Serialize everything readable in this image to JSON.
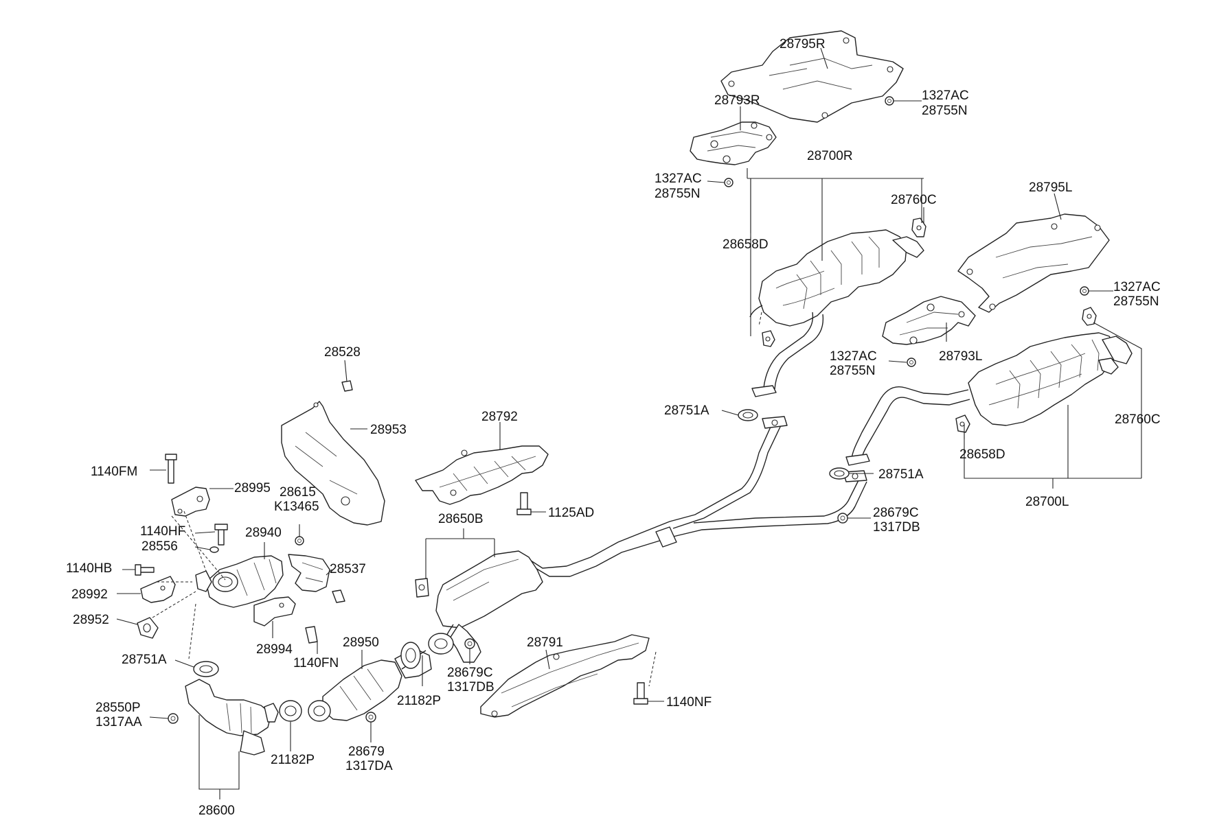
{
  "labels": {
    "l28795R": "28795R",
    "l1327AC_a": "1327AC",
    "l28755N_a": "28755N",
    "l28793R": "28793R",
    "l1327AC_b": "1327AC",
    "l28755N_b": "28755N",
    "l28700R": "28700R",
    "l28760C_a": "28760C",
    "l28658D_a": "28658D",
    "l28795L": "28795L",
    "l1327AC_c": "1327AC",
    "l28755N_c": "28755N",
    "l1327AC_d": "1327AC",
    "l28755N_d": "28755N",
    "l28793L": "28793L",
    "l28751A_a": "28751A",
    "l28760C_b": "28760C",
    "l28658D_b": "28658D",
    "l28751A_b": "28751A",
    "l28700L": "28700L",
    "l28679C_a": "28679C",
    "l1317DB_a": "1317DB",
    "l28528": "28528",
    "l28953": "28953",
    "l28792": "28792",
    "l1140FM": "1140FM",
    "l28995": "28995",
    "l28615": "28615",
    "lK13465": "K13465",
    "l1125AD": "1125AD",
    "l28650B": "28650B",
    "l1140HF": "1140HF",
    "l28940": "28940",
    "l28556": "28556",
    "l1140HB": "1140HB",
    "l28537": "28537",
    "l28992": "28992",
    "l28952": "28952",
    "l28994": "28994",
    "l1140FN": "1140FN",
    "l28950": "28950",
    "l28791": "28791",
    "l28751A_c": "28751A",
    "l28679C_b": "28679C",
    "l1317DB_b": "1317DB",
    "l21182P_a": "21182P",
    "l28550P": "28550P",
    "l1317AA": "1317AA",
    "l1140NF": "1140NF",
    "l21182P_b": "21182P",
    "l28679": "28679",
    "l1317DA": "1317DA",
    "l28600": "28600"
  }
}
